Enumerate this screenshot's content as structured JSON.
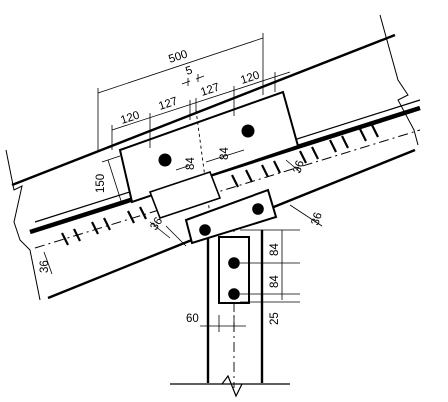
{
  "dimensions": {
    "overall_length": "500",
    "center_gap": "5",
    "edge_left": "120",
    "pitch_left": "127",
    "pitch_right": "127",
    "edge_right": "120",
    "plate_height": "150",
    "bolt_spacing_left": "84",
    "bolt_spacing_right": "84",
    "chord_offset_upper": "36",
    "chord_offset_lower": "36",
    "gusset_offset_right": "36",
    "gusset_offset_left": "36",
    "vertical_pitch_top": "84",
    "vertical_pitch_bottom": "84",
    "vertical_end": "25",
    "vertical_gauge": "60"
  }
}
